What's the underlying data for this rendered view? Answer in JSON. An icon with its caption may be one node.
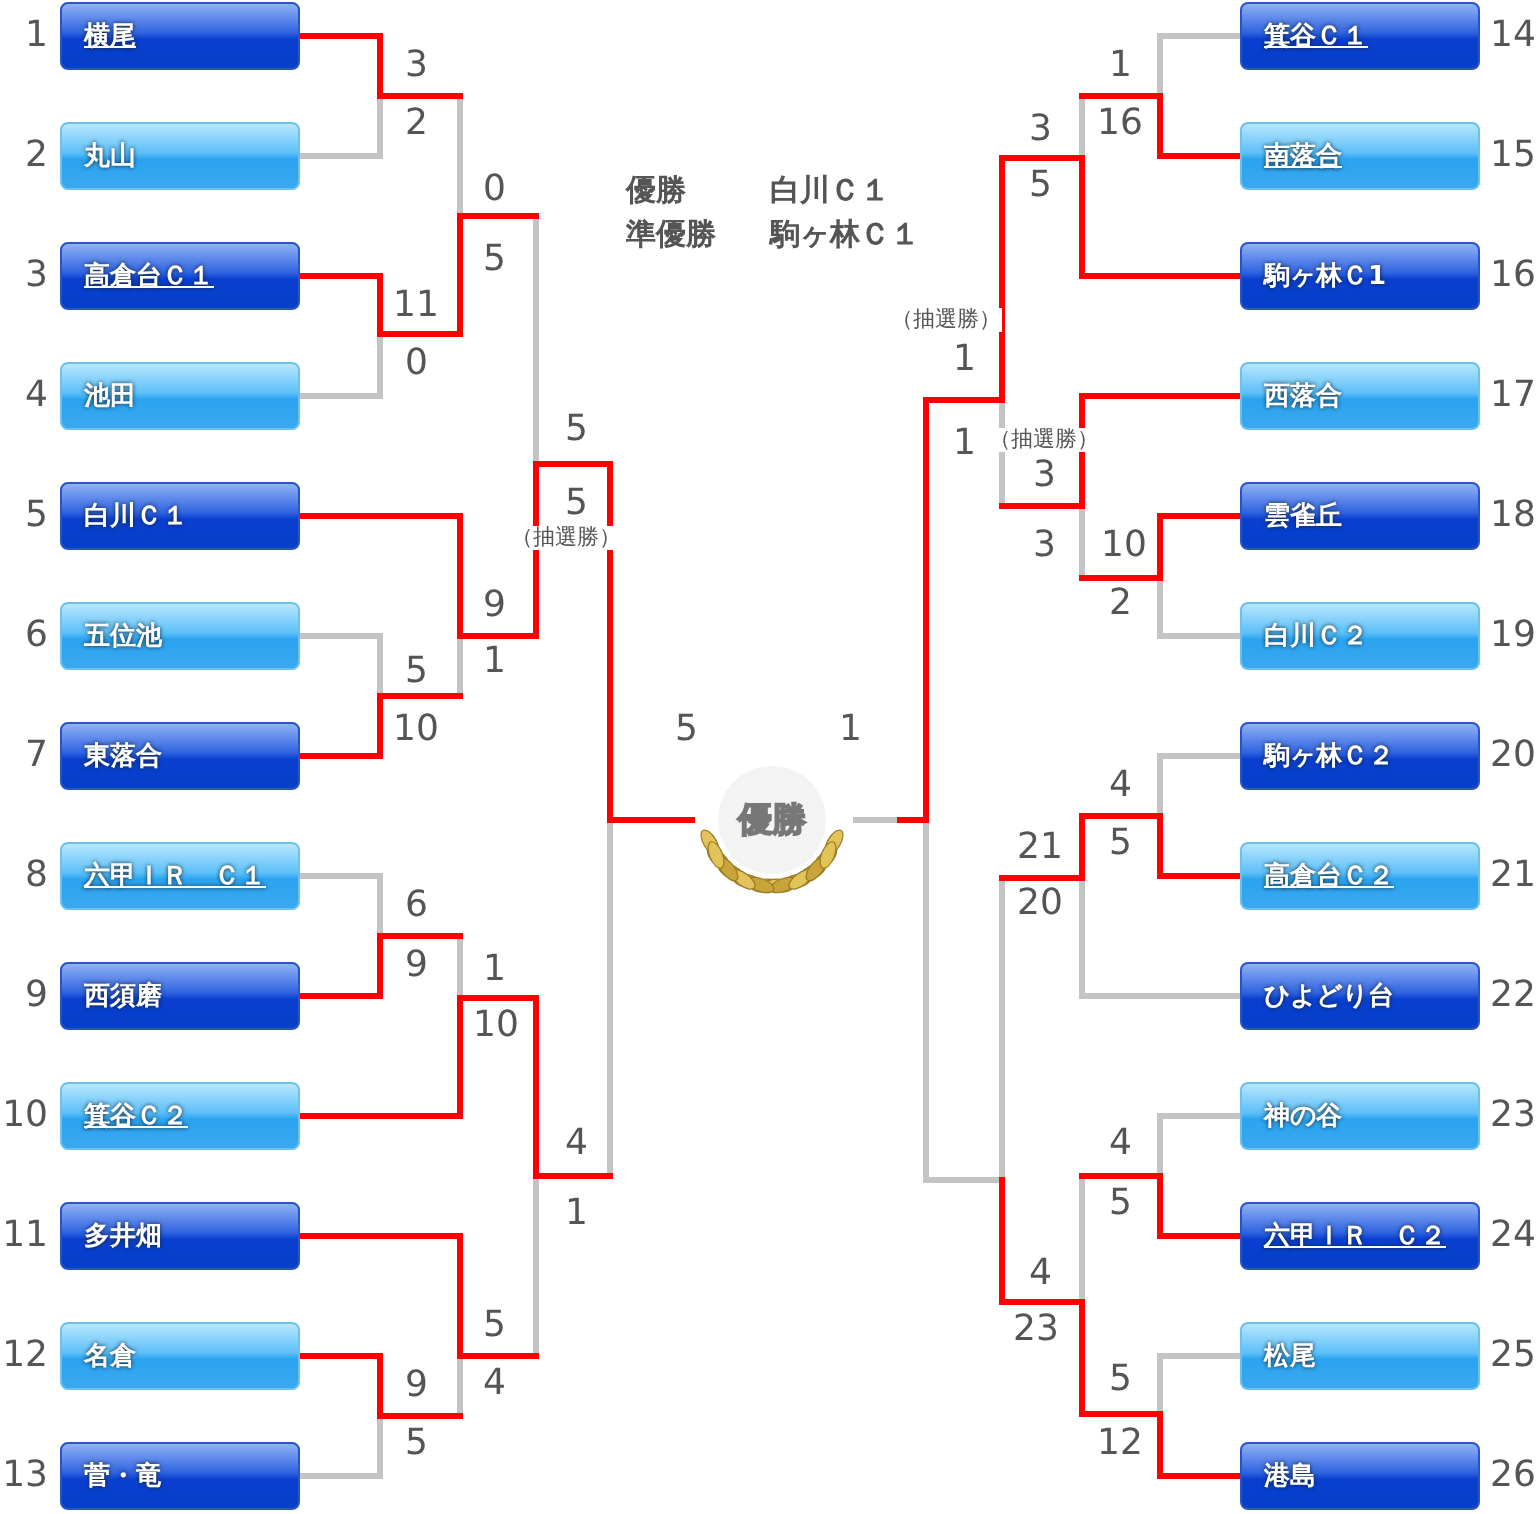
{
  "diagram": {
    "nodes": [
      {
        "text": [
          "横尾"
        ],
        "beside": [
          "1"
        ]
      },
      {
        "text": [
          "丸山"
        ],
        "beside": [
          "2"
        ]
      },
      {
        "text": [
          "高倉台Ｃ１"
        ],
        "beside": [
          "3"
        ]
      },
      {
        "text": [
          "池田"
        ],
        "beside": [
          "4"
        ]
      },
      {
        "text": [
          "白川Ｃ１"
        ],
        "beside": [
          "5"
        ]
      },
      {
        "text": [
          "五位池"
        ],
        "beside": [
          "6"
        ]
      },
      {
        "text": [
          "東落合"
        ],
        "beside": [
          "7"
        ]
      },
      {
        "text": [
          "六甲ＩＲ　Ｃ１"
        ],
        "beside": [
          "8"
        ]
      },
      {
        "text": [
          "西須磨"
        ],
        "beside": [
          "9"
        ]
      },
      {
        "text": [
          "箕谷Ｃ２"
        ],
        "beside": [
          "10"
        ]
      },
      {
        "text": [
          "多井畑"
        ],
        "beside": [
          "11"
        ]
      },
      {
        "text": [
          "名倉"
        ],
        "beside": [
          "12"
        ]
      },
      {
        "text": [
          "菅・竜"
        ],
        "beside": [
          "13"
        ]
      },
      {
        "text": [
          "優勝"
        ]
      },
      {
        "text": [
          "箕谷Ｃ１"
        ],
        "beside": [
          "14"
        ]
      },
      {
        "text": [
          "南落合"
        ],
        "beside": [
          "15"
        ]
      },
      {
        "text": [
          "駒ヶ林Ｃ1"
        ],
        "beside": [
          "16"
        ]
      },
      {
        "text": [
          "西落合"
        ],
        "beside": [
          "17"
        ]
      },
      {
        "text": [
          "雲雀丘"
        ],
        "beside": [
          "18"
        ]
      },
      {
        "text": [
          "白川Ｃ２"
        ],
        "beside": [
          "19"
        ]
      },
      {
        "text": [
          "駒ヶ林Ｃ２"
        ],
        "beside": [
          "20"
        ]
      },
      {
        "text": [
          "高倉台Ｃ２"
        ],
        "beside": [
          "21"
        ]
      },
      {
        "text": [
          "ひよどり台"
        ],
        "beside": [
          "22"
        ]
      },
      {
        "text": [
          "神の谷"
        ],
        "beside": [
          "23"
        ]
      },
      {
        "text": [
          "六甲ＩＲ　Ｃ２"
        ],
        "beside": [
          "24"
        ]
      },
      {
        "text": [
          "松尾"
        ],
        "beside": [
          "25"
        ]
      },
      {
        "text": [
          "港島"
        ],
        "beside": [
          "26"
        ]
      }
    ],
    "labels": [
      "3",
      "2",
      "0",
      "5",
      "11",
      "0",
      "5",
      "5",
      "（抽選勝）",
      "9",
      "5",
      "1",
      "10",
      "6",
      "9",
      "1",
      "10",
      "4",
      "1",
      "5",
      "9",
      "4",
      "5",
      "優勝",
      "白川Ｃ１",
      "準優勝",
      "駒ヶ林Ｃ１",
      "5",
      "1",
      "1",
      "3",
      "16",
      "5",
      "（抽選勝）",
      "1",
      "1",
      "（抽選勝）",
      "3",
      "3",
      "10",
      "2",
      "4",
      "21",
      "5",
      "20",
      "4",
      "5",
      "4",
      "23",
      "5",
      "12"
    ]
  }
}
